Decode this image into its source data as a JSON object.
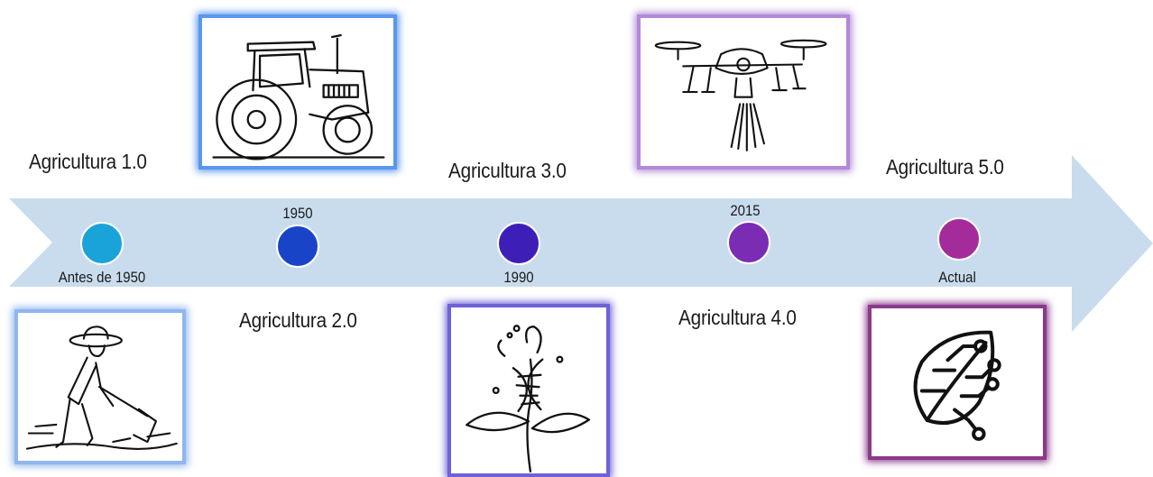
{
  "stages": [
    {
      "label": "Agricultura 1.0",
      "date": "Antes de 1950",
      "color": "#1aa3d9"
    },
    {
      "label": "Agricultura 2.0",
      "date": "1950",
      "color": "#1a44c8"
    },
    {
      "label": "Agricultura 3.0",
      "date": "1990",
      "color": "#3d1fb8"
    },
    {
      "label": "Agricultura 4.0",
      "date": "2015",
      "color": "#7a2cb5"
    },
    {
      "label": "Agricultura 5.0",
      "date": "Actual",
      "color": "#a42c9a"
    }
  ],
  "arrow_color": "#c9dcee",
  "images": [
    {
      "icon": "farmer-plowing-icon",
      "glow": "#8fb6ee"
    },
    {
      "icon": "tractor-icon",
      "glow": "#5b97ee"
    },
    {
      "icon": "dna-plant-icon",
      "glow": "#6e62d6"
    },
    {
      "icon": "drone-icon",
      "glow": "#b28ad6"
    },
    {
      "icon": "digital-leaf-icon",
      "glow": "#8a3a8a"
    }
  ]
}
